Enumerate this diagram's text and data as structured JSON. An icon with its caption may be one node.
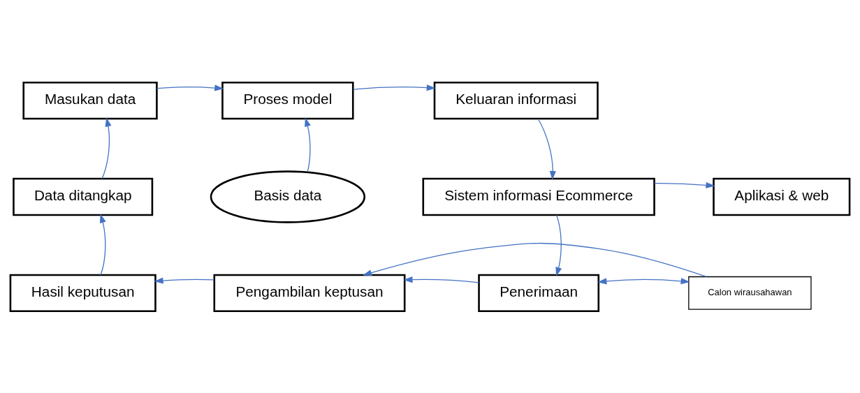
{
  "diagram": {
    "nodes": [
      {
        "text": [
          "Masukan data"
        ]
      },
      {
        "text": [
          "Proses model"
        ]
      },
      {
        "text": [
          "Keluaran informasi"
        ]
      },
      {
        "text": [
          "Data ditangkap"
        ]
      },
      {
        "text": [
          "Basis data"
        ]
      },
      {
        "text": [
          "Sistem informasi Ecommerce"
        ]
      },
      {
        "text": [
          "Aplikasi & web"
        ]
      },
      {
        "text": [
          "Hasil keputusan"
        ]
      },
      {
        "text": [
          "Pengambilan keptusan"
        ]
      },
      {
        "text": [
          "Penerimaan"
        ]
      },
      {
        "text": [
          "Calon wirausahawan"
        ]
      }
    ],
    "edges": [
      {
        "from": 0,
        "to": 1,
        "arrow": "to"
      },
      {
        "from": 1,
        "to": 2,
        "arrow": "to"
      },
      {
        "from": 4,
        "to": 1,
        "arrow": "to"
      },
      {
        "from": 2,
        "to": 5,
        "arrow": "to"
      },
      {
        "from": 5,
        "to": 6,
        "arrow": "to"
      },
      {
        "from": 3,
        "to": 0,
        "arrow": "to"
      },
      {
        "from": 7,
        "to": 3,
        "arrow": "to"
      },
      {
        "from": 5,
        "to": 9,
        "arrow": "to"
      },
      {
        "from": 9,
        "to": 8,
        "arrow": "to"
      },
      {
        "from": 8,
        "to": 7,
        "arrow": "to"
      },
      {
        "from": 9,
        "to": 10,
        "arrow": "both"
      },
      {
        "from": 10,
        "to": 8,
        "arrow": "to"
      }
    ]
  }
}
